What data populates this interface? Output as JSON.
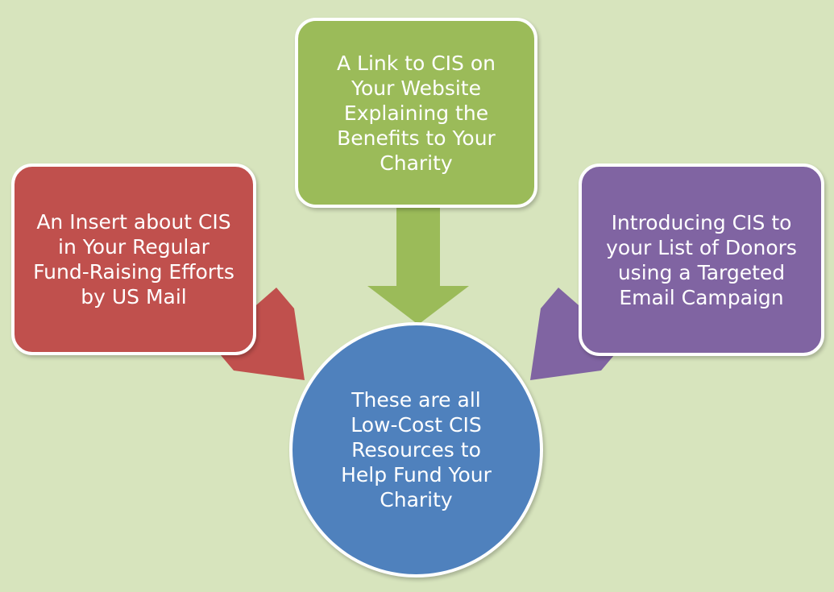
{
  "diagram": {
    "background": "#d7e4bd",
    "nodes": {
      "top": {
        "text": "A Link to CIS on\nYour Website\nExplaining the\nBenefits to Your\nCharity",
        "color": "#9bbb59"
      },
      "left": {
        "text": "An Insert about CIS\nin Your Regular\nFund-Raising Efforts\nby US Mail",
        "color": "#c0504d"
      },
      "right": {
        "text": "Introducing CIS to\nyour List of Donors\nusing a Targeted\nEmail Campaign",
        "color": "#8064a2"
      },
      "center": {
        "text": "These are  all\nLow-Cost CIS\nResources  to\nHelp Fund Your\nCharity",
        "color": "#4f81bd"
      }
    },
    "edges": [
      {
        "from": "top",
        "to": "center"
      },
      {
        "from": "left",
        "to": "center"
      },
      {
        "from": "right",
        "to": "center"
      }
    ]
  }
}
